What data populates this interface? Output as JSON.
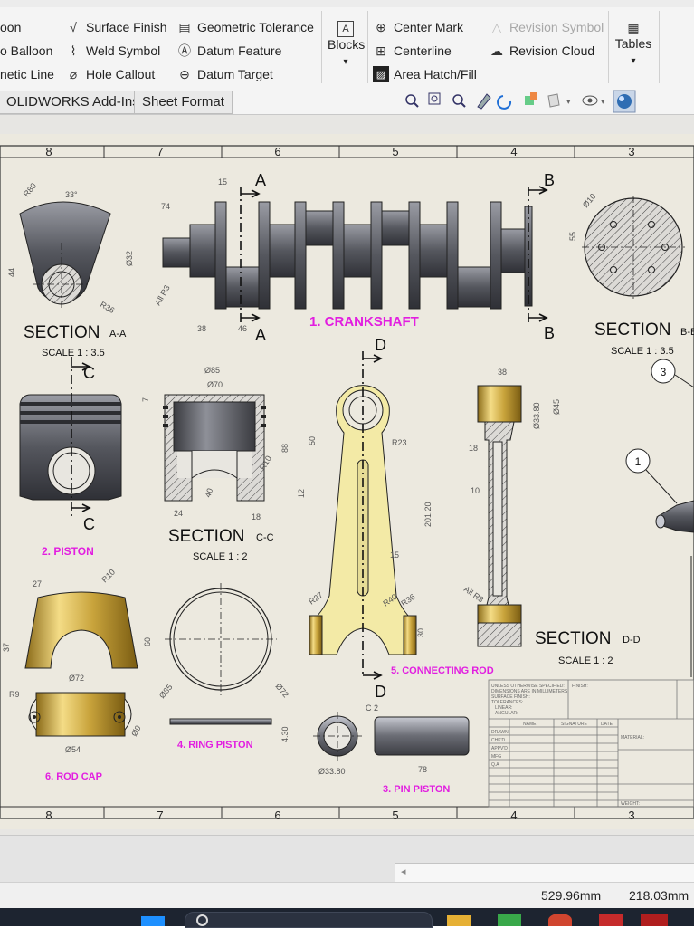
{
  "ribbon": {
    "col1": [
      "oon",
      "o Balloon",
      "netic Line"
    ],
    "col2": [
      "Surface Finish",
      "Weld Symbol",
      "Hole Callout"
    ],
    "col3": [
      "Geometric Tolerance",
      "Datum Feature",
      "Datum Target"
    ],
    "blocks_label": "Blocks",
    "col5": [
      "Center Mark",
      "Centerline",
      "Area Hatch/Fill"
    ],
    "col6": [
      "Revision Symbol",
      "Revision Cloud"
    ],
    "tables_label": "Tables"
  },
  "tabs": [
    "OLIDWORKS Add-Ins",
    "Sheet Format"
  ],
  "drawing": {
    "zone_numbers": [
      "8",
      "7",
      "6",
      "5",
      "4",
      "3"
    ],
    "section_labels": {
      "aa": "SECTION",
      "aa_suffix": "A-A",
      "aa_scale": "SCALE 1 : 3.5",
      "bb": "SECTION",
      "bb_suffix": "B-B",
      "bb_scale": "SCALE 1 : 3.5",
      "cc": "SECTION",
      "cc_suffix": "C-C",
      "cc_scale": "SCALE 1 : 2",
      "dd": "SECTION",
      "dd_suffix": "D-D",
      "dd_scale": "SCALE 1 : 2"
    },
    "cut_letters": {
      "a": "A",
      "b": "B",
      "c": "C",
      "d": "D"
    },
    "part_titles": {
      "crankshaft": "1. CRANKSHAFT",
      "piston": "2. PISTON",
      "pin_piston": "3. PIN PISTON",
      "ring_piston": "4. RING PISTON",
      "connecting_rod": "5. CONNECTING ROD",
      "rod_cap": "6. ROD CAP"
    },
    "dimensions": {
      "r80": "R80",
      "a33": "33°",
      "d44": "44",
      "r36": "R36",
      "d15": "15",
      "d74": "74",
      "d32": "Ø32",
      "ar3": "All R3",
      "d38": "38",
      "d46": "46",
      "d10": "Ø10",
      "d55": "55",
      "p85": "Ø85",
      "p70": "Ø70",
      "p7": "7",
      "p88": "88",
      "p24": "24",
      "p18": "18",
      "p12": "12",
      "r10": "R10",
      "p40": "40",
      "cr50": "50",
      "cr23": "R23",
      "cr15": "15",
      "cr201": "201.20",
      "cr27": "R27",
      "cr40": "R40",
      "cr36": "R36",
      "cr30": "30",
      "dd38": "38",
      "dd33": "Ø33.80",
      "dd45": "Ø45",
      "dd18": "18",
      "dd10": "10",
      "ddr3": "All R3",
      "rc27": "27",
      "rc10": "R10",
      "rc37": "37",
      "rc60": "60",
      "rc72": "Ø72",
      "rc9a": "R9",
      "rc9b": "Ø9",
      "rc54": "Ø54",
      "rp85": "Ø85",
      "rp72": "Ø72",
      "rp430": "4.30",
      "pp3380": "Ø33.80",
      "pp78": "78",
      "ppc2": "C 2"
    },
    "balloons": [
      "3",
      "1"
    ],
    "title_block": {
      "notes": [
        "UNLESS OTHERWISE SPECIFIED:",
        "DIMENSIONS ARE IN MILLIMETERS",
        "SURFACE FINISH:",
        "TOLERANCES:",
        "LINEAR:",
        "ANGULAR:"
      ],
      "finish": "FINISH:",
      "headers": [
        "NAME",
        "SIGNATURE",
        "DATE"
      ],
      "rows": [
        "DRAWN",
        "CHK'D",
        "APPV'D",
        "MFG",
        "Q.A"
      ],
      "material": "MATERIAL:",
      "weight": "WEIGHT:"
    }
  },
  "status": {
    "x": "529.96mm",
    "y": "218.03mm"
  },
  "colors": {
    "magenta": "#e21ee0",
    "sheet": "#ece9df",
    "brass": "#d9b64a",
    "steel": "#6f7179",
    "rodyellow": "#f3eaa6"
  }
}
